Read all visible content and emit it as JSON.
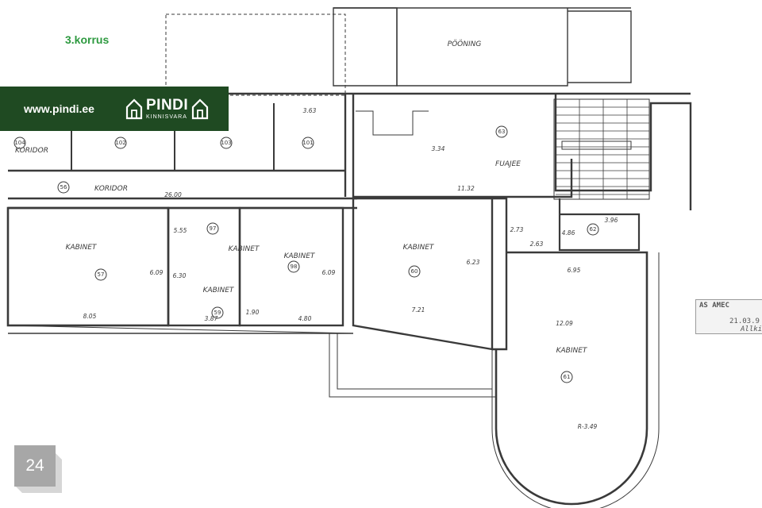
{
  "floor_label": "3.korrus",
  "banner": {
    "url": "www.pindi.ee",
    "logo_name": "PINDI",
    "logo_sub": "KINNISVARA",
    "background": "#1f4a22"
  },
  "page_number": "24",
  "accent_green": "#2e9a40",
  "stamp": {
    "line1": "AS AMEC",
    "line2": "21.03.9",
    "line3": "Allkiri"
  },
  "plan_labels": [
    {
      "text": "PÖÖNING"
    },
    {
      "text": "FUAJEE"
    },
    {
      "text": "KORIDOR"
    },
    {
      "text": "KORIDOR"
    },
    {
      "text": "KABINET"
    },
    {
      "text": "KABINET"
    },
    {
      "text": "KABINET"
    },
    {
      "text": "KABINET"
    },
    {
      "text": "KABINET"
    },
    {
      "text": "KABINET"
    }
  ],
  "room_numbers": [
    "104",
    "102",
    "103",
    "101",
    "63",
    "62",
    "56",
    "57",
    "97",
    "59",
    "98",
    "60",
    "61"
  ],
  "dimensions": [
    "3.63",
    "3.34",
    "11.32",
    "26.00",
    "3.96",
    "4.86",
    "2.73",
    "2.63",
    "6.95",
    "6.09",
    "8.05",
    "5.55",
    "6.30",
    "3.87",
    "1.90",
    "4.80",
    "6.09",
    "6.23",
    "7.21",
    "12.09",
    "R-3.49"
  ]
}
